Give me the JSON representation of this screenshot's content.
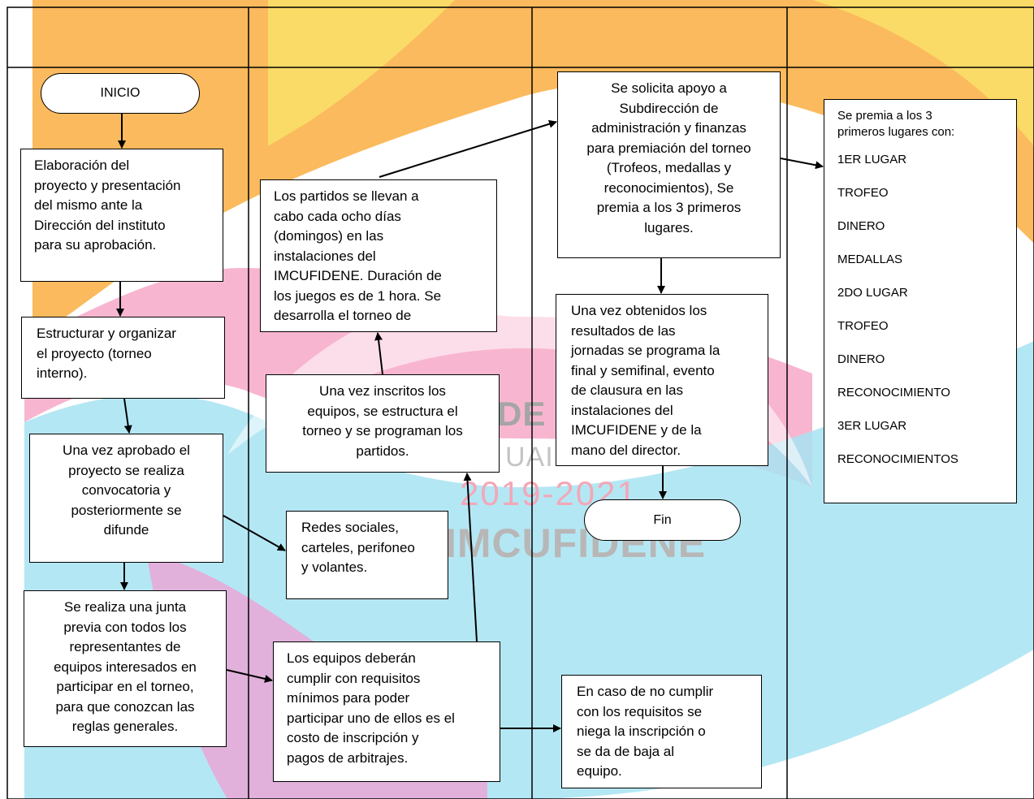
{
  "colors": {
    "band_orange": "#fbb44f",
    "band_pink": "#f7a8c8",
    "band_cyan": "#a7e3f2",
    "band_yellow": "#fbe36a",
    "line": "#000000"
  },
  "watermark": {
    "title": "DE",
    "subtitle": "UAI",
    "years": "2019-2021",
    "brand": "IMCUFIDENE"
  },
  "terminals": {
    "start": "INICIO",
    "end": "Fin"
  },
  "steps": {
    "elaboracion": "Elaboración del\nproyecto y presentación\ndel mismo ante la\nDirección del instituto\npara su aprobación.",
    "estructurar": "Estructurar y organizar\nel proyecto (torneo\ninterno).",
    "convocatoria": "Una vez aprobado el\nproyecto se realiza\nconvocatoria y\nposteriormente se\ndifunde",
    "junta": "Se realiza una junta\nprevia con todos los\nrepresentantes de\nequipos interesados en\nparticipar en el torneo,\npara que conozcan las\nreglas generales.",
    "partidos": "Los partidos se llevan a\ncabo cada ocho días\n(domingos) en las\ninstalaciones del\nIMCUFIDENE. Duración de\nlos juegos es de 1 hora. Se\ndesarrolla el torneo de",
    "inscritos": "Una vez inscritos los\nequipos, se estructura el\ntorneo y se programan los\npartidos.",
    "redes": "Redes sociales,\ncarteles, perifoneo\ny volantes.",
    "requisitos": "Los equipos deberán\ncumplir con requisitos\nmínimos para poder\nparticipar uno de ellos es el\ncosto de inscripción y\npagos de arbitrajes.",
    "apoyo": "Se solicita apoyo a\nSubdirección de\nadministración y finanzas\npara premiación del torneo\n(Trofeos, medallas y\nreconocimientos), Se\npremia a los 3 primeros\nlugares.",
    "resultados": "Una vez obtenidos los\nresultados de las\njornadas se programa la\nfinal y semifinal, evento\nde clausura en las\ninstalaciones del\nIMCUFIDENE y de la\nmano del director.",
    "no_cumplir": "En caso de no cumplir\ncon los requisitos se\nniega la inscripción o\nse da de baja al\nequipo."
  },
  "prizes": {
    "heading": "Se premia a los 3\nprimeros lugares con:",
    "items": [
      "1ER LUGAR",
      "TROFEO",
      "DINERO",
      "MEDALLAS",
      "2DO LUGAR",
      "TROFEO",
      "DINERO",
      "RECONOCIMIENTO",
      "3ER LUGAR",
      "RECONOCIMIENTOS"
    ]
  }
}
